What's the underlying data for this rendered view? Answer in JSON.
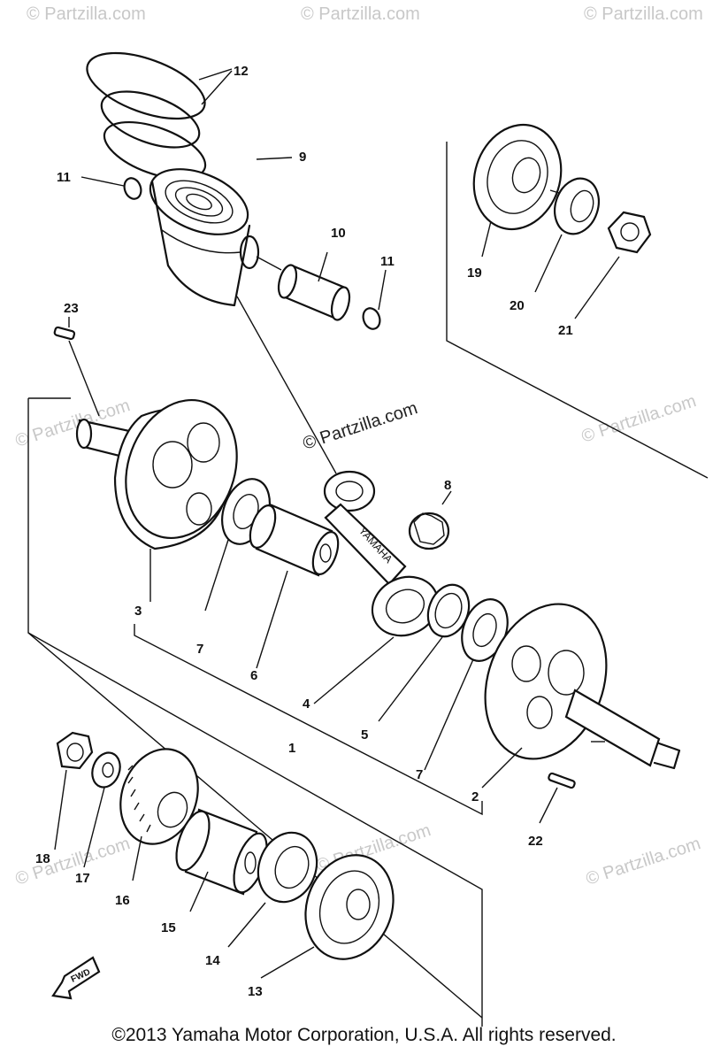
{
  "watermark": "© Partzilla.com",
  "copyright": "©2013 Yamaha Motor Corporation, U.S.A. All rights reserved.",
  "rod_marking": "YAMAHA",
  "fwd_label": "FWD",
  "parts": {
    "p1": "1",
    "p2": "2",
    "p3": "3",
    "p4": "4",
    "p5": "5",
    "p6": "6",
    "p7a": "7",
    "p7b": "7",
    "p8": "8",
    "p9": "9",
    "p10": "10",
    "p11a": "11",
    "p11b": "11",
    "p12": "12",
    "p13": "13",
    "p14": "14",
    "p15": "15",
    "p16": "16",
    "p17": "17",
    "p18": "18",
    "p19": "19",
    "p20": "20",
    "p21": "21",
    "p22": "22",
    "p23": "23"
  }
}
